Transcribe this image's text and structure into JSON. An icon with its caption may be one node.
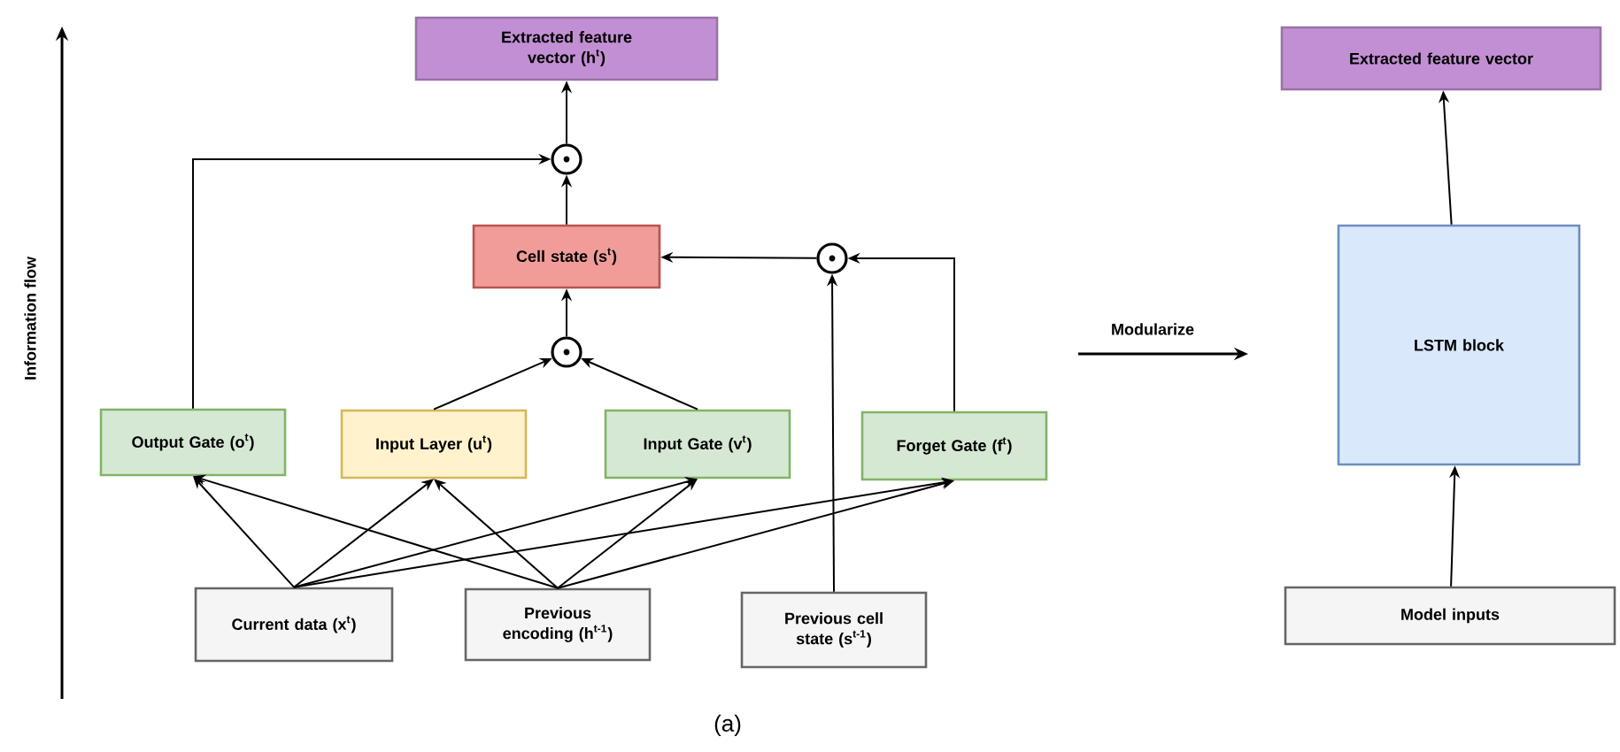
{
  "diagram": {
    "caption": "(a)",
    "nodes": [
      {
        "text": [
          "Extracted feature vector (h$^{t}$)"
        ]
      },
      {
        "text": [],
        "shape": "circle"
      },
      {
        "text": [
          "Cell state (s$^{t}$)"
        ]
      },
      {
        "text": [],
        "shape": "circle"
      },
      {
        "text": [],
        "shape": "circle"
      },
      {
        "text": [
          "Output Gate (o$^{t}$)"
        ]
      },
      {
        "text": [
          "Input Layer (u$^{t}$)"
        ]
      },
      {
        "text": [
          "Input Gate (v$^{t}$)"
        ]
      },
      {
        "text": [
          "Forget Gate (f$^{t}$)"
        ]
      },
      {
        "text": [
          "Current data (x$^{t}$)"
        ]
      },
      {
        "text": [
          "Previous encoding (h$^{t-1}$)"
        ]
      },
      {
        "text": [
          "Previous cell state (s$^{t-1}$)"
        ]
      },
      {
        "text": [
          "Extracted feature vector"
        ]
      },
      {
        "text": [
          "LSTM block"
        ]
      },
      {
        "text": [
          "Model inputs"
        ]
      }
    ],
    "edges": [
      {
        "from": 1,
        "to": 0,
        "arrow": "to"
      },
      {
        "from": 2,
        "to": 1,
        "arrow": "to"
      },
      {
        "from": 5,
        "to": 1,
        "arrow": "to"
      },
      {
        "from": 3,
        "to": 2,
        "arrow": "to"
      },
      {
        "from": 11,
        "to": 3,
        "arrow": "to"
      },
      {
        "from": 8,
        "to": 3,
        "arrow": "to"
      },
      {
        "from": 4,
        "to": 2,
        "arrow": "to"
      },
      {
        "from": 6,
        "to": 4,
        "arrow": "to"
      },
      {
        "from": 7,
        "to": 4,
        "arrow": "to"
      },
      {
        "from": 9,
        "to": 5,
        "arrow": "to"
      },
      {
        "from": 9,
        "to": 6,
        "arrow": "to"
      },
      {
        "from": 9,
        "to": 7,
        "arrow": "to"
      },
      {
        "from": 9,
        "to": 8,
        "arrow": "to"
      },
      {
        "from": 10,
        "to": 5,
        "arrow": "to"
      },
      {
        "from": 10,
        "to": 6,
        "arrow": "to"
      },
      {
        "from": 10,
        "to": 7,
        "arrow": "to"
      },
      {
        "from": 10,
        "to": 8,
        "arrow": "to"
      },
      {
        "from": 14,
        "to": 13,
        "arrow": "to"
      },
      {
        "from": 13,
        "to": 12,
        "arrow": "to"
      }
    ],
    "labels": [
      "Information flow",
      "Modularize"
    ]
  }
}
